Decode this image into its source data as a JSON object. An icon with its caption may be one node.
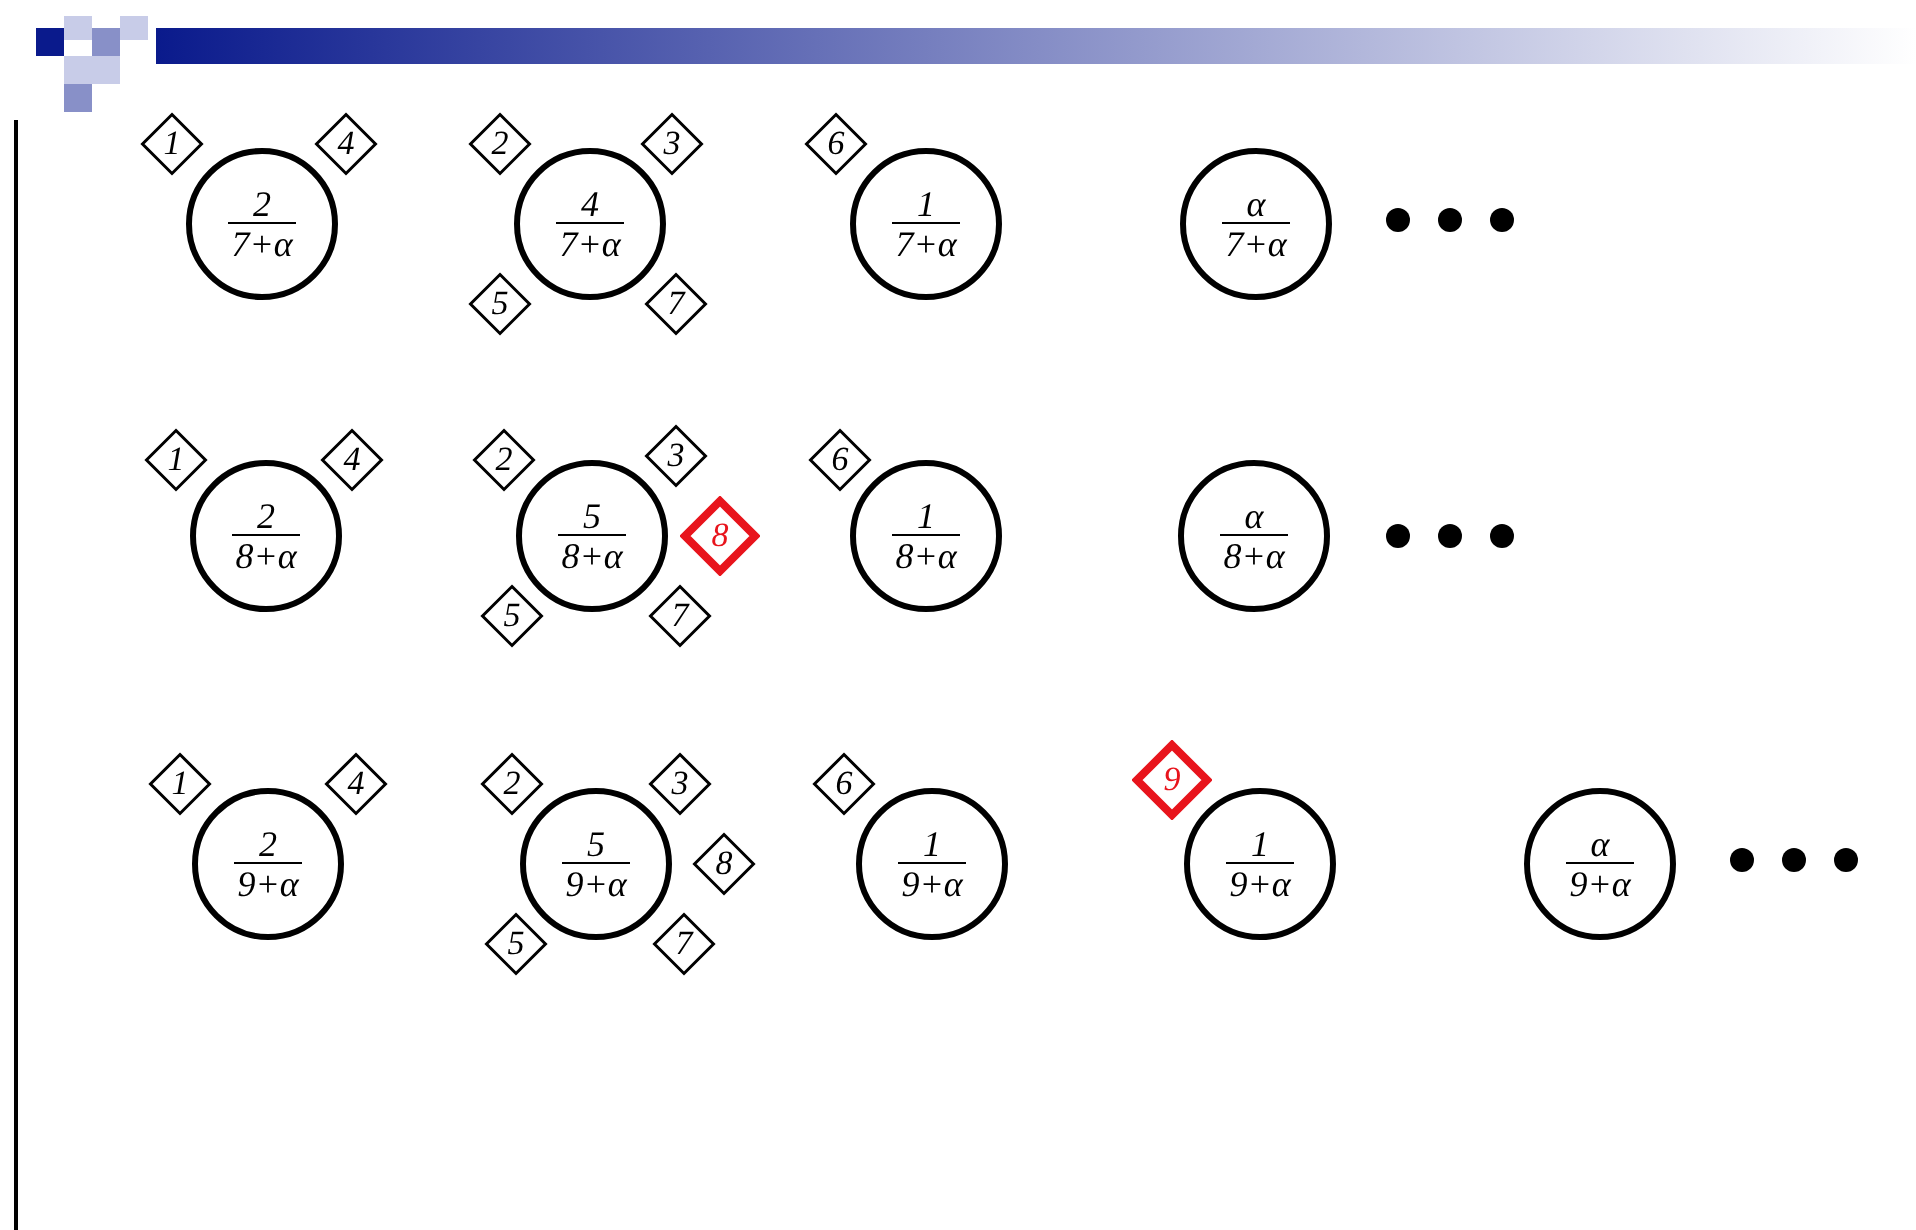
{
  "diagram": {
    "nodes": [
      {
        "text": [
          "1"
        ]
      },
      {
        "text": [
          "2",
          "7+α"
        ]
      },
      {
        "text": [
          "4"
        ]
      },
      {
        "text": [
          "2"
        ]
      },
      {
        "text": [
          "3"
        ]
      },
      {
        "text": [
          "4",
          "7+α"
        ]
      },
      {
        "text": [
          "5"
        ]
      },
      {
        "text": [
          "7"
        ]
      },
      {
        "text": [
          "6"
        ]
      },
      {
        "text": [
          "1",
          "7+α"
        ]
      },
      {
        "text": [
          "α",
          "7+α"
        ]
      },
      {
        "text": [
          "1"
        ]
      },
      {
        "text": [
          "2",
          "8+α"
        ]
      },
      {
        "text": [
          "4"
        ]
      },
      {
        "text": [
          "2"
        ]
      },
      {
        "text": [
          "3"
        ]
      },
      {
        "text": [
          "5",
          "8+α"
        ]
      },
      {
        "text": [
          "5"
        ]
      },
      {
        "text": [
          "7"
        ]
      },
      {
        "text": [
          "8"
        ]
      },
      {
        "text": [
          "6"
        ]
      },
      {
        "text": [
          "1",
          "8+α"
        ]
      },
      {
        "text": [
          "α",
          "8+α"
        ]
      },
      {
        "text": [
          "1"
        ]
      },
      {
        "text": [
          "2",
          "9+α"
        ]
      },
      {
        "text": [
          "4"
        ]
      },
      {
        "text": [
          "2"
        ]
      },
      {
        "text": [
          "3"
        ]
      },
      {
        "text": [
          "5",
          "9+α"
        ]
      },
      {
        "text": [
          "5"
        ]
      },
      {
        "text": [
          "7"
        ]
      },
      {
        "text": [
          "8"
        ]
      },
      {
        "text": [
          "6"
        ]
      },
      {
        "text": [
          "1",
          "9+α"
        ]
      },
      {
        "text": [
          "9"
        ]
      },
      {
        "text": [
          "1",
          "9+α"
        ]
      },
      {
        "text": [
          "α",
          "9+α"
        ]
      }
    ]
  }
}
